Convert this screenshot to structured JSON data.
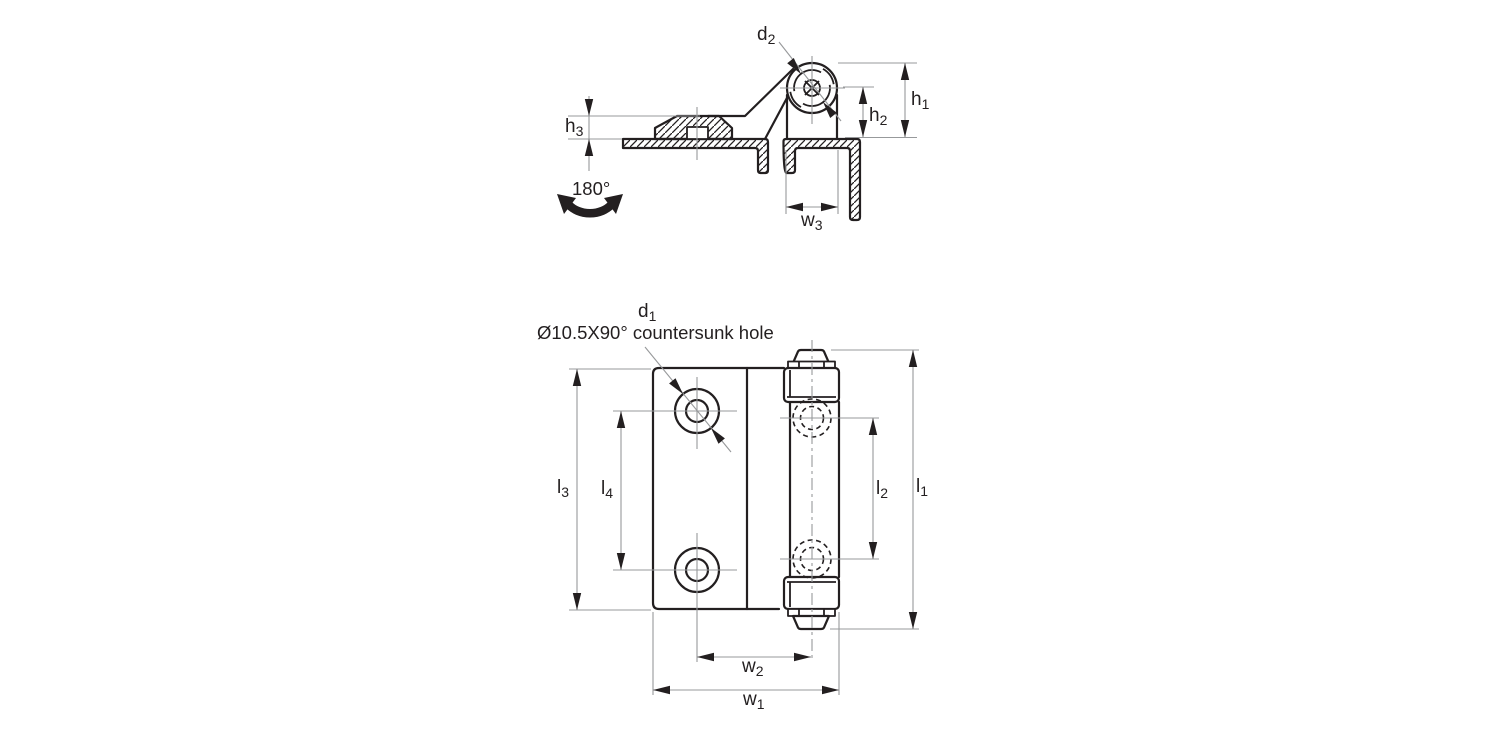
{
  "drawing": {
    "colors": {
      "outline": "#231f20",
      "dimension_line": "#97999b",
      "text": "#231f20",
      "background": "#ffffff"
    },
    "views": {
      "side_view": {
        "rotation_label": "180°",
        "labels": {
          "d2": {
            "base": "d",
            "sub": "2"
          },
          "h1": {
            "base": "h",
            "sub": "1"
          },
          "h2": {
            "base": "h",
            "sub": "2"
          },
          "h3": {
            "base": "h",
            "sub": "3"
          },
          "w3": {
            "base": "w",
            "sub": "3"
          }
        }
      },
      "front_view": {
        "hole_note_line1": {
          "base": "d",
          "sub": "1"
        },
        "hole_note_line2": "Ø10.5X90° countersunk hole",
        "labels": {
          "l1": {
            "base": "l",
            "sub": "1"
          },
          "l2": {
            "base": "l",
            "sub": "2"
          },
          "l3": {
            "base": "l",
            "sub": "3"
          },
          "l4": {
            "base": "l",
            "sub": "4"
          },
          "w1": {
            "base": "w",
            "sub": "1"
          },
          "w2": {
            "base": "w",
            "sub": "2"
          }
        }
      }
    }
  }
}
